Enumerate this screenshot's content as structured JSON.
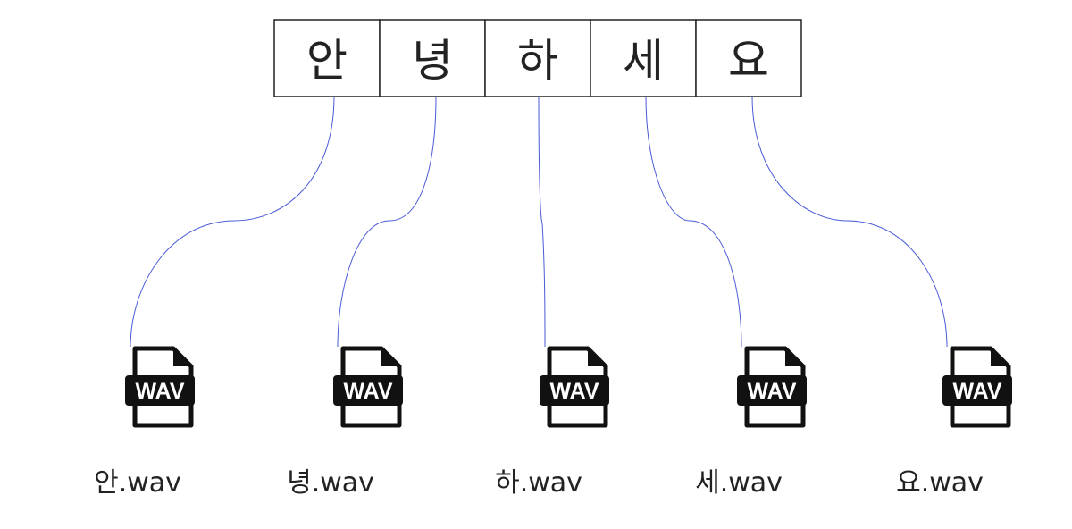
{
  "syllables": [
    "안",
    "녕",
    "하",
    "세",
    "요"
  ],
  "files": [
    {
      "icon": "wav-file-icon",
      "badge": "WAV",
      "name": "안.wav"
    },
    {
      "icon": "wav-file-icon",
      "badge": "WAV",
      "name": "녕.wav"
    },
    {
      "icon": "wav-file-icon",
      "badge": "WAV",
      "name": "하.wav"
    },
    {
      "icon": "wav-file-icon",
      "badge": "WAV",
      "name": "세.wav"
    },
    {
      "icon": "wav-file-icon",
      "badge": "WAV",
      "name": "요.wav"
    }
  ],
  "colors": {
    "connector": "#4a5ad6",
    "icon": "#111111",
    "text": "#222222"
  }
}
